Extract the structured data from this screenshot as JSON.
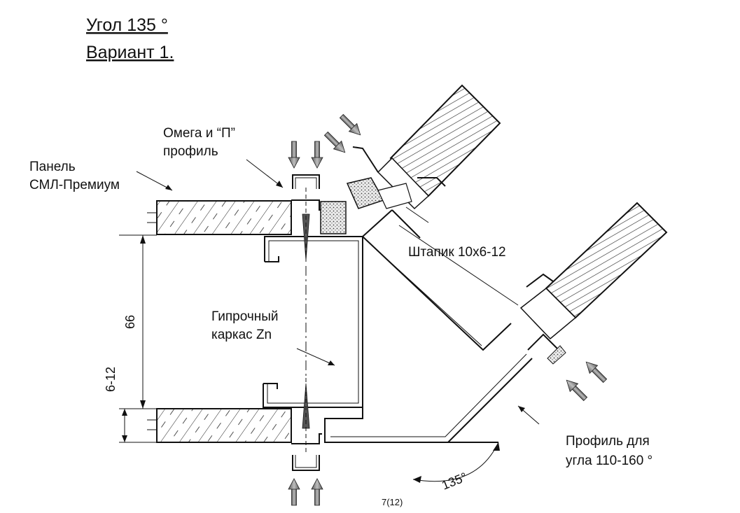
{
  "title": {
    "line1": "Угол 135 °",
    "line2": "Вариант 1."
  },
  "labels": {
    "panel_1": "Панель",
    "panel_2": "СМЛ-Премиум",
    "omega_1": "Омега и “П”",
    "omega_2": "профиль",
    "shtapik": "Штапик 10х6-12",
    "frame_1": "Гипрочный",
    "frame_2": "каркас Zn",
    "profile_1": "Профиль для",
    "profile_2": "угла 110-160 °"
  },
  "dimensions": {
    "height": "66",
    "thickness": "6-12",
    "angle": "135°"
  },
  "page_number": "7(12)",
  "colors": {
    "line": "#111111",
    "arrow_fill": "#8c8c8c",
    "insulation": "#d0d0d0",
    "background": "#ffffff"
  },
  "icons": [
    "arrow-down-icon",
    "arrow-up-icon",
    "arrow-diagonal-icon"
  ]
}
